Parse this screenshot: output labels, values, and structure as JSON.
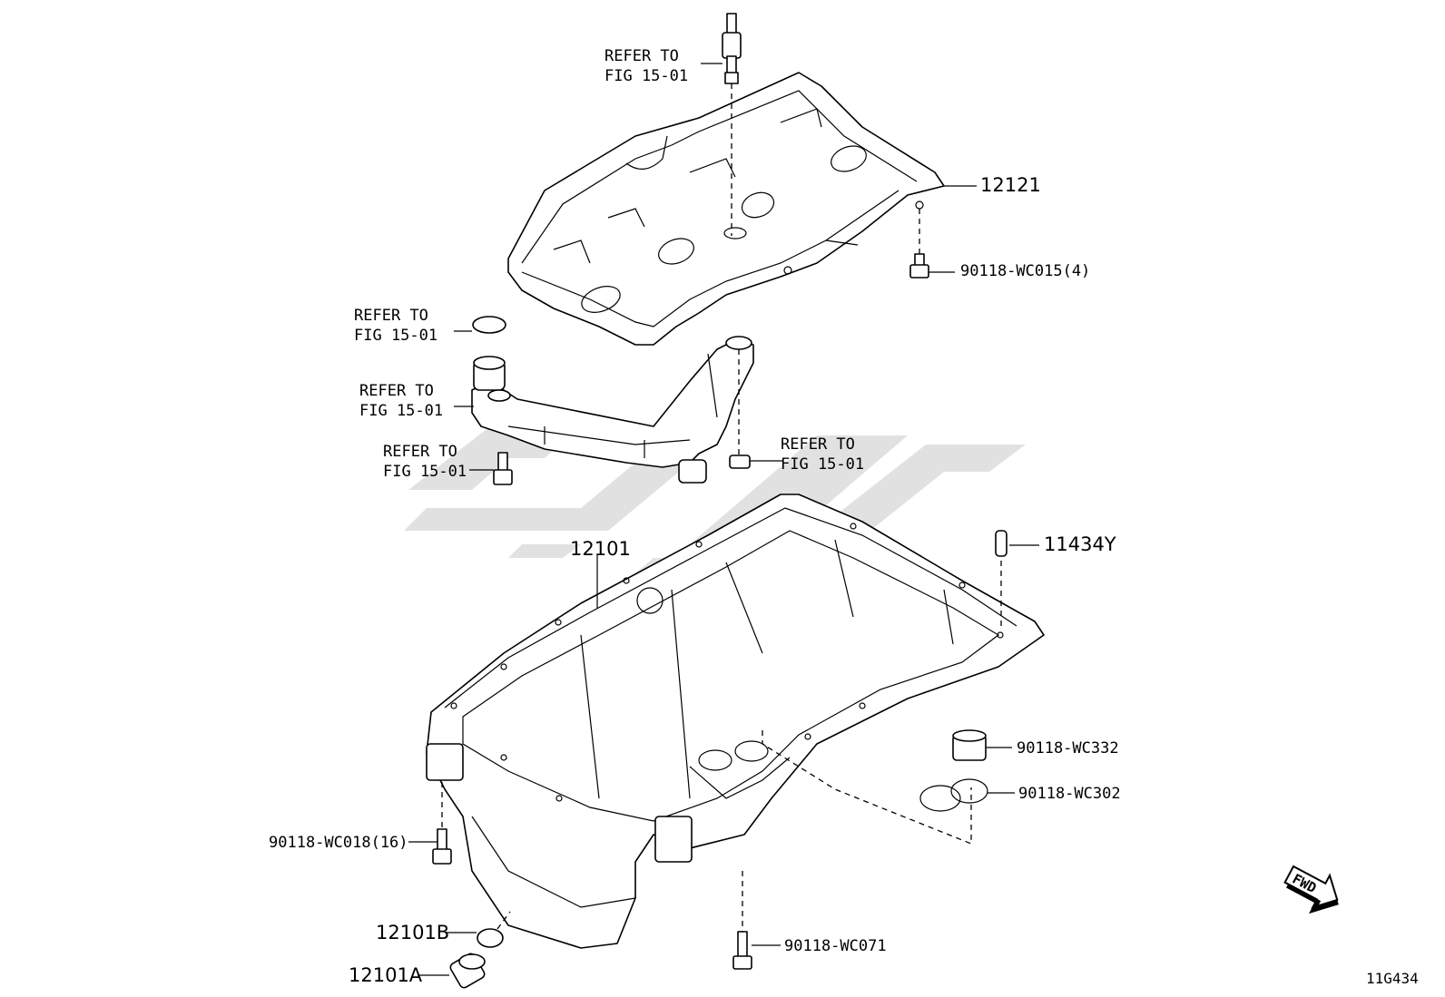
{
  "callouts": {
    "refer_top": [
      "REFER TO",
      "FIG 15-01"
    ],
    "refer_left_oring": [
      "REFER TO",
      "FIG 15-01"
    ],
    "refer_left_strainer": [
      "REFER TO",
      "FIG 15-01"
    ],
    "refer_left_bolt": [
      "REFER TO",
      "FIG 15-01"
    ],
    "refer_right_nut": [
      "REFER TO",
      "FIG 15-01"
    ],
    "p12121": "12121",
    "p90118_wc015": "90118-WC015(4)",
    "p12101": "12101",
    "p11434y": "11434Y",
    "p90118_wc332": "90118-WC332",
    "p90118_wc302": "90118-WC302",
    "p90118_wc018": "90118-WC018(16)",
    "p12101b": "12101B",
    "p12101a": "12101A",
    "p90118_wc071": "90118-WC071"
  },
  "fwd_label": "FWD",
  "figure_code": "11G434"
}
